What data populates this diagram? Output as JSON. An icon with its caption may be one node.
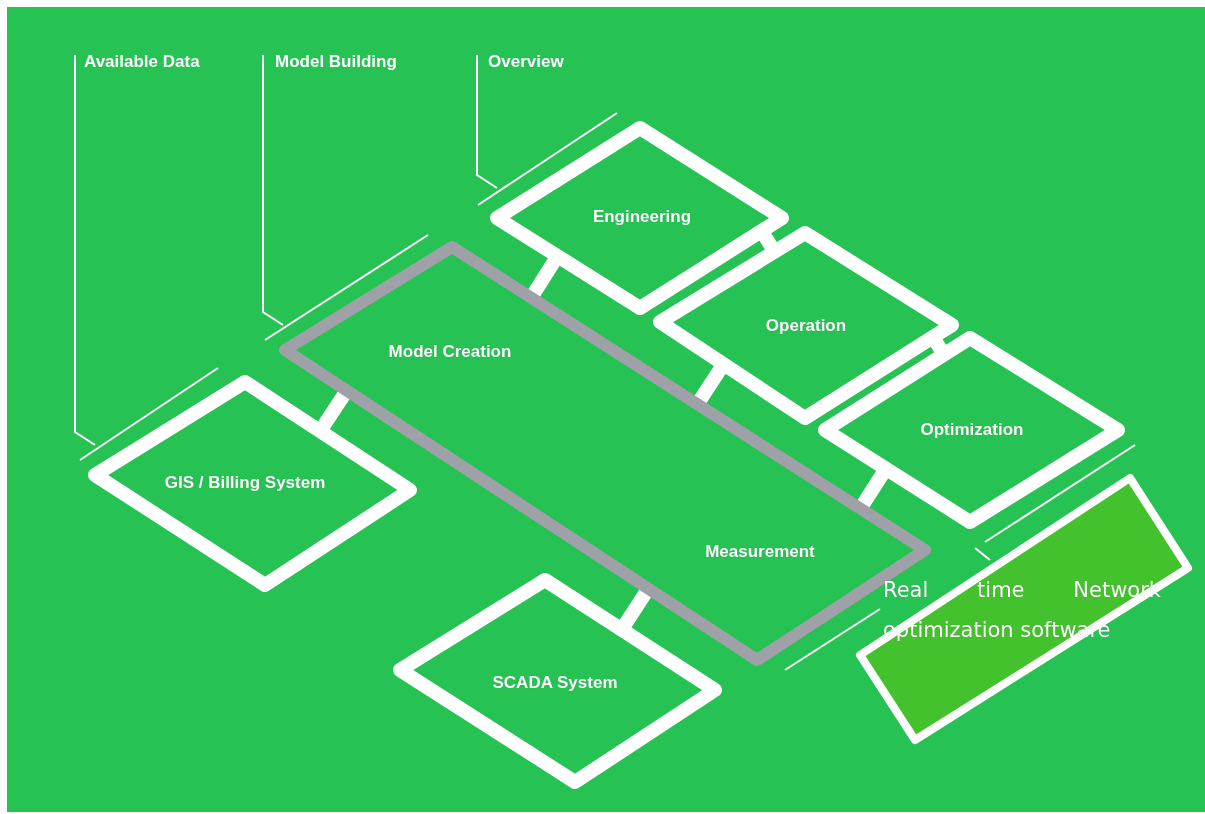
{
  "diagram": {
    "nodes": [
      {
        "text": [
          "Engineering"
        ]
      },
      {
        "text": [
          "Operation"
        ]
      },
      {
        "text": [
          "Optimization"
        ]
      },
      {
        "text": [
          "Model Creation",
          "Measurement"
        ]
      },
      {
        "text": [
          "GIS / Billing System"
        ]
      },
      {
        "text": [
          "SCADA System"
        ]
      },
      {
        "text": [
          "Real time Network optimization software"
        ]
      }
    ],
    "edges": [
      {
        "from": 0,
        "to": 3,
        "arrow": "none"
      },
      {
        "from": 0,
        "to": 1,
        "arrow": "none"
      },
      {
        "from": 1,
        "to": 3,
        "arrow": "none"
      },
      {
        "from": 1,
        "to": 2,
        "arrow": "none"
      },
      {
        "from": 2,
        "to": 3,
        "arrow": "none"
      },
      {
        "from": 4,
        "to": 3,
        "arrow": "none"
      },
      {
        "from": 5,
        "to": 3,
        "arrow": "none"
      }
    ],
    "labels": [
      "Available Data",
      "Model Building",
      "Overview"
    ]
  }
}
